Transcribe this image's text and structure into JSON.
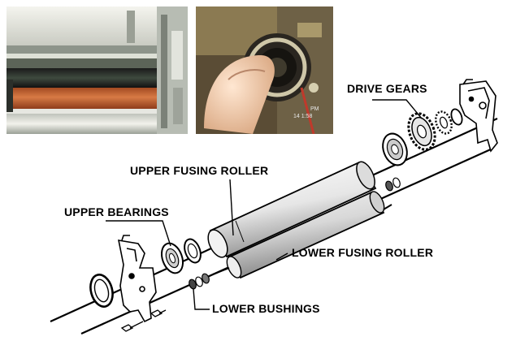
{
  "labels": {
    "drive_gears": "DRIVE GEARS",
    "upper_fusing_roller": "UPPER FUSING ROLLER",
    "upper_bearings": "UPPER BEARINGS",
    "lower_fusing_roller": "LOWER FUSING ROLLER",
    "lower_bushings": "LOWER BUSHINGS"
  },
  "photo_stamp": {
    "line1": "PM",
    "line2": "14 1:58"
  },
  "colors": {
    "roller_light": "#e8e8e8",
    "roller_shade": "#9a9a9a",
    "line": "#000000",
    "photo_orange_roller": "#c2602e",
    "photo_dark": "#3a3328"
  }
}
